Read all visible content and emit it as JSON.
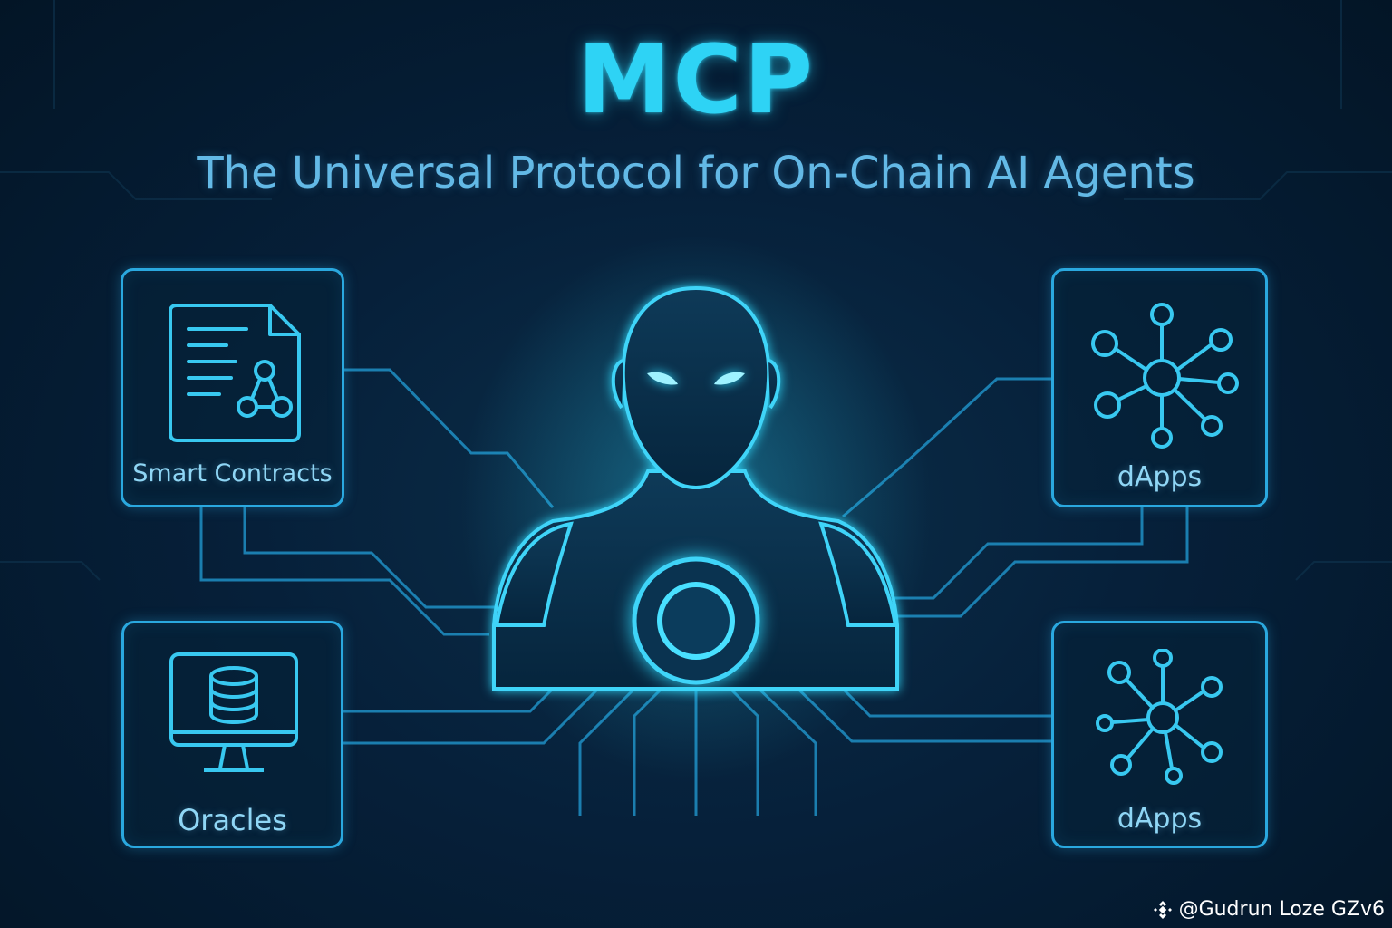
{
  "header": {
    "title": "MCP",
    "subtitle": "The Universal Protocol for On-Chain AI Agents"
  },
  "cards": {
    "smart_contracts": {
      "label": "Smart Contracts",
      "icon": "document-icon"
    },
    "dapps_top": {
      "label": "dApps",
      "icon": "network-hub-icon"
    },
    "oracles": {
      "label": "Oracles",
      "icon": "database-monitor-icon"
    },
    "dapps_bottom": {
      "label": "dApps",
      "icon": "network-hub-icon"
    }
  },
  "center": {
    "icon": "ai-agent-figure-icon"
  },
  "watermark": {
    "text": "@Gudrun Loze GZv6",
    "icon": "binance-logo-icon"
  },
  "colors": {
    "background": "#031526",
    "accent": "#2ed3f5",
    "line": "#2aa8df",
    "label": "#8fd6f5"
  }
}
